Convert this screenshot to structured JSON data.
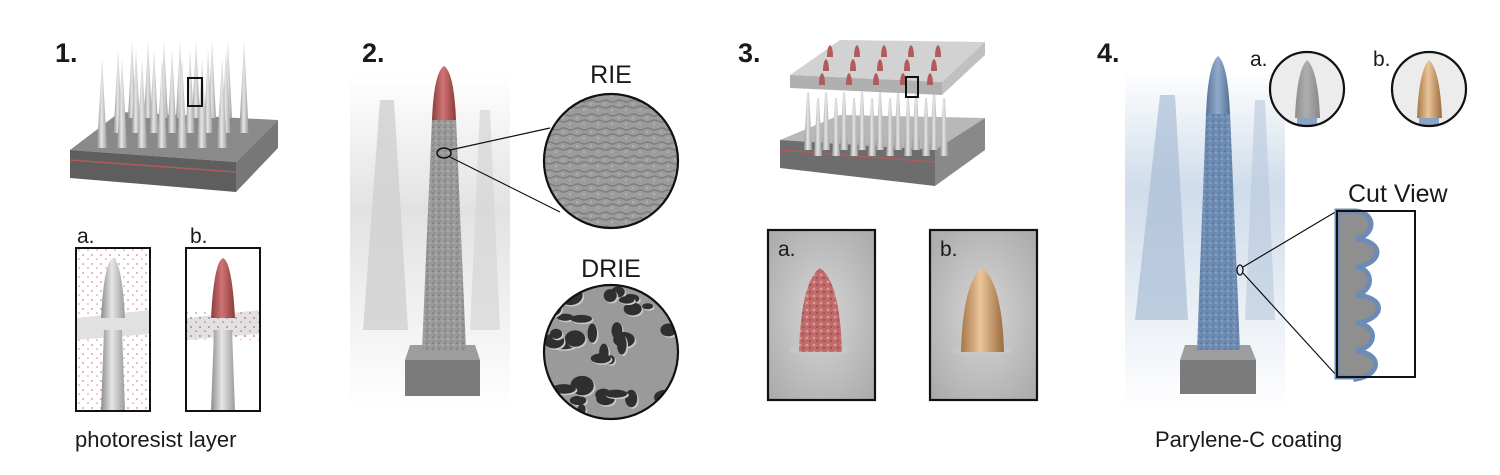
{
  "steps": [
    {
      "number": "1.",
      "sub_a": "a.",
      "sub_b": "b.",
      "caption": "photoresist layer"
    },
    {
      "number": "2.",
      "zoom_top_label": "RIE",
      "zoom_bottom_label": "DRIE"
    },
    {
      "number": "3.",
      "sub_a": "a.",
      "sub_b": "b."
    },
    {
      "number": "4.",
      "sub_a": "a.",
      "sub_b": "b.",
      "cut_view_label": "Cut View",
      "caption": "Parylene-C coating"
    }
  ],
  "colors": {
    "photoresist": "#b35a5a",
    "silicon": "#9a9a9a",
    "gold_tip": "#c99a64",
    "parylene": "#7e9cc2"
  }
}
